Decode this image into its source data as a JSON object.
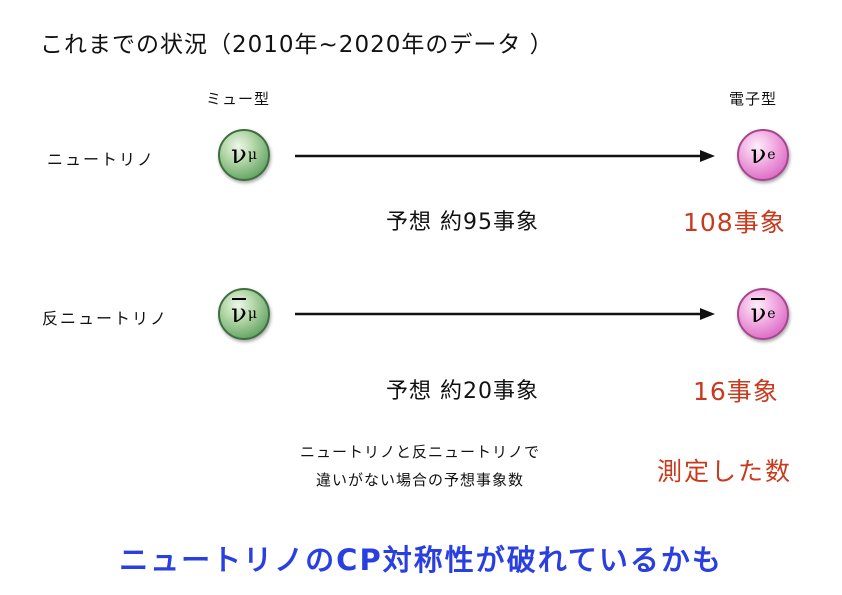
{
  "title": "これまでの状況（2010年~2020年のデータ ）",
  "column_labels": {
    "muon": "ミュー型",
    "electron": "電子型"
  },
  "rows": [
    {
      "label": "ニュートリノ",
      "start_symbol": "ν",
      "start_subscript": "μ",
      "end_symbol": "ν",
      "end_subscript": "e",
      "prediction": "予想 約95事象",
      "measured": "108事象"
    },
    {
      "label": "反ニュートリノ",
      "start_symbol": "ν",
      "start_subscript": "μ",
      "end_symbol": "ν",
      "end_subscript": "e",
      "prediction": "予想 約20事象",
      "measured": "16事象"
    }
  ],
  "legend": {
    "predicted_line1": "ニュートリノと反ニュートリノで",
    "predicted_line2": "違いがない場合の予想事象数",
    "measured": "測定した数"
  },
  "conclusion": "ニュートリノのCP対称性が破れているかも",
  "colors": {
    "measured_red": "#c83a1e",
    "conclusion_blue": "#2a3fe0",
    "muon_green": "#6aa86a",
    "electron_pink": "#df72c8"
  }
}
